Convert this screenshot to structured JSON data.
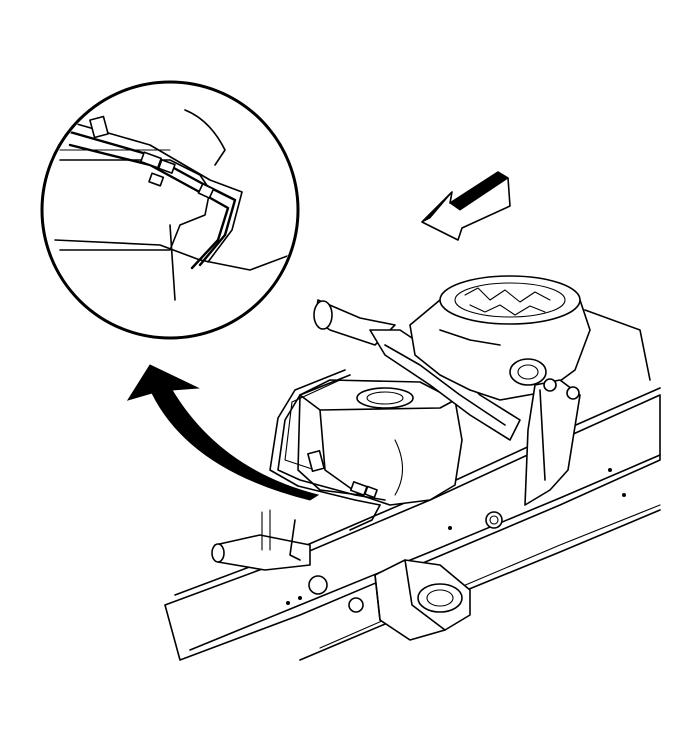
{
  "figure": {
    "kind": "line-art technical illustration",
    "background_color": "#ffffff",
    "line_color": "#000000"
  },
  "callouts": {
    "detail_view": "circular-inset-detail",
    "view_direction_arrow": "forward-direction-arrow",
    "pointer_arrow": "curved-arrow-to-detail"
  }
}
